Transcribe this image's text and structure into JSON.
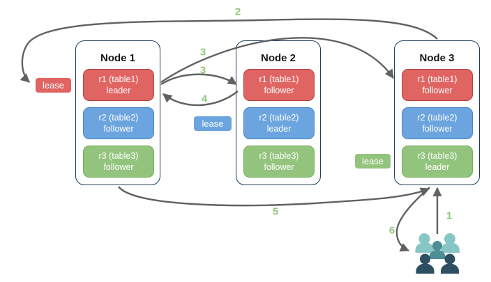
{
  "colors": {
    "red_fill": "#e06462",
    "red_border": "#b04543",
    "blue_fill": "#6ba4de",
    "blue_border": "#4a86c6",
    "green_fill": "#93c47d",
    "green_border": "#76ab58",
    "arrow": "#616161",
    "node_border": "#1d3d5c",
    "step_label": "#93c47d",
    "people_light": "#86c7c6",
    "people_medium": "#4f8d96",
    "people_dark": "#2e4e62"
  },
  "nodes": [
    {
      "title": "Node 1",
      "replicas": [
        {
          "label": "r1 (table1)",
          "role": "leader",
          "color": "red"
        },
        {
          "label": "r2 (table2)",
          "role": "follower",
          "color": "blue"
        },
        {
          "label": "r3 (table3)",
          "role": "follower",
          "color": "green"
        }
      ]
    },
    {
      "title": "Node 2",
      "replicas": [
        {
          "label": "r1 (table1)",
          "role": "follower",
          "color": "red"
        },
        {
          "label": "r2 (table2)",
          "role": "leader",
          "color": "blue"
        },
        {
          "label": "r3 (table3)",
          "role": "follower",
          "color": "green"
        }
      ]
    },
    {
      "title": "Node 3",
      "replicas": [
        {
          "label": "r1 (table1)",
          "role": "follower",
          "color": "red"
        },
        {
          "label": "r2 (table2)",
          "role": "follower",
          "color": "blue"
        },
        {
          "label": "r3 (table3)",
          "role": "leader",
          "color": "green"
        }
      ]
    }
  ],
  "leases": [
    {
      "label": "lease",
      "color": "red"
    },
    {
      "label": "lease",
      "color": "blue"
    },
    {
      "label": "lease",
      "color": "green"
    }
  ],
  "steps": {
    "s1": "1",
    "s2": "2",
    "s3a": "3",
    "s3b": "3",
    "s4": "4",
    "s5": "5",
    "s6": "6"
  }
}
